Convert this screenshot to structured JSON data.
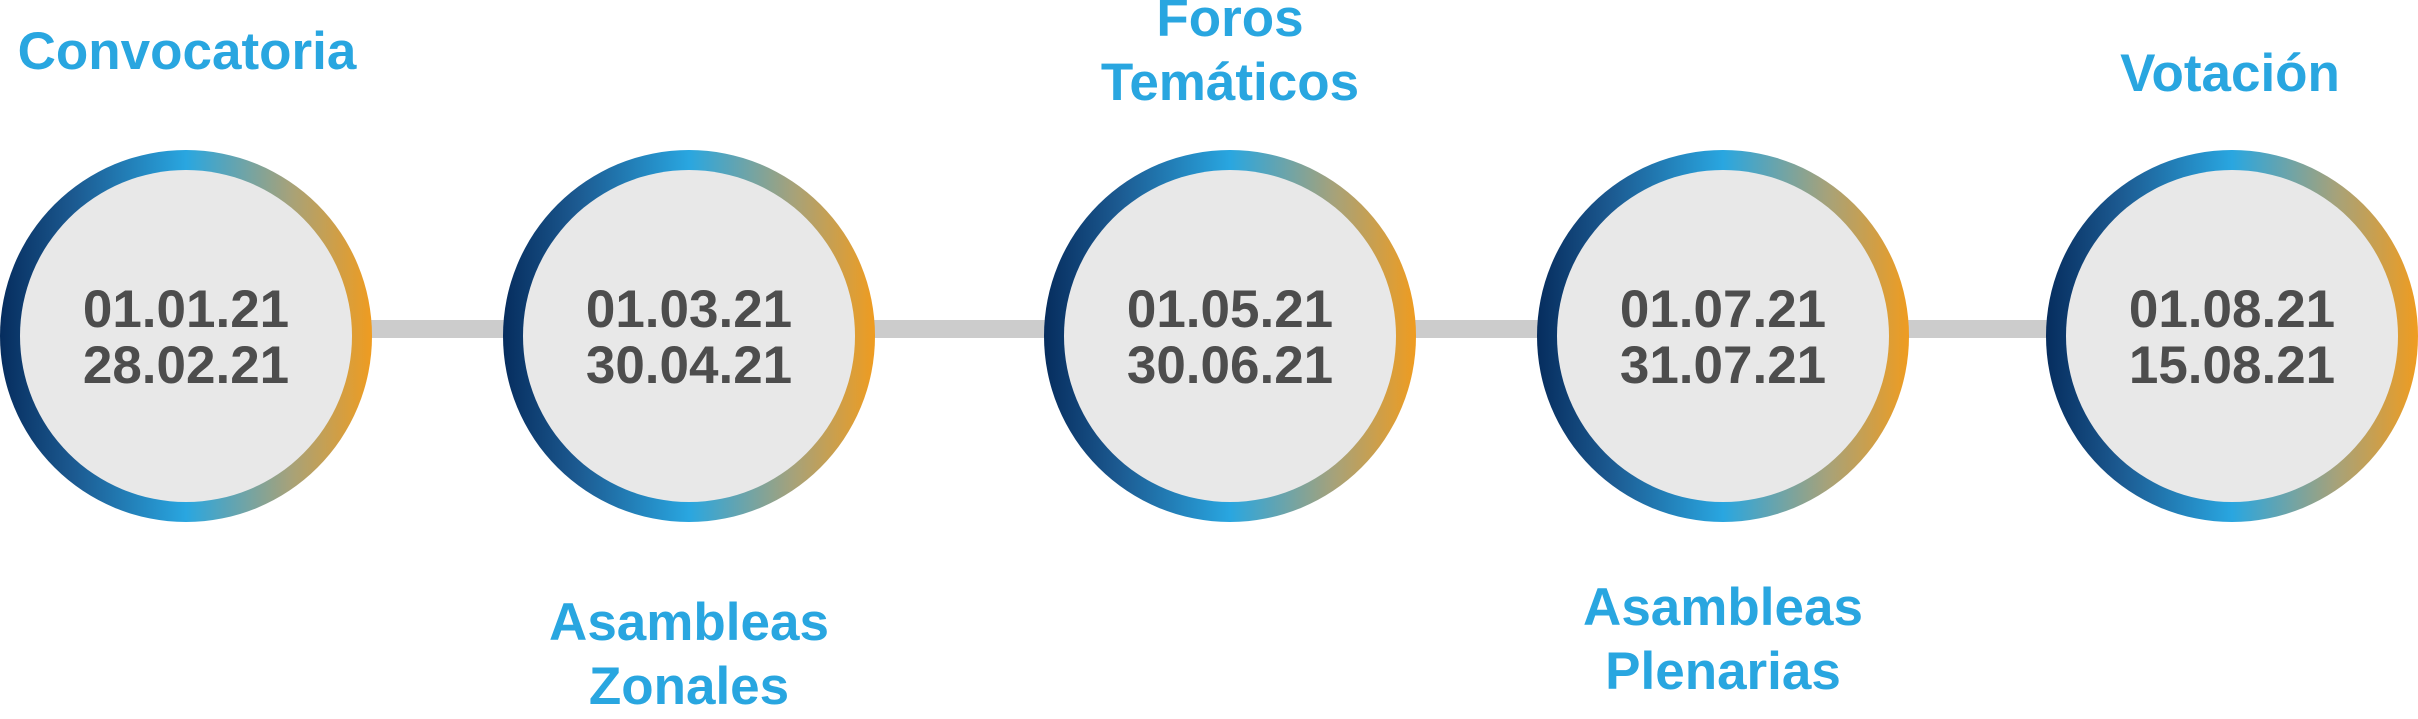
{
  "stages": [
    {
      "label_lines": [
        "Convocatoria"
      ],
      "start": "01.01.21",
      "end": "28.02.21",
      "label_position": "top"
    },
    {
      "label_lines": [
        "Asambleas",
        "Zonales"
      ],
      "start": "01.03.21",
      "end": "30.04.21",
      "label_position": "bottom"
    },
    {
      "label_lines": [
        "Foros",
        "Temáticos"
      ],
      "start": "01.05.21",
      "end": "30.06.21",
      "label_position": "top"
    },
    {
      "label_lines": [
        "Asambleas",
        "Plenarias"
      ],
      "start": "01.07.21",
      "end": "31.07.21",
      "label_position": "bottom"
    },
    {
      "label_lines": [
        "Votación"
      ],
      "start": "01.08.21",
      "end": "15.08.21",
      "label_position": "top"
    }
  ],
  "colors": {
    "label": "#29a6e0",
    "date_text": "#4d4d4d",
    "circle_fill": "#e8e8e8",
    "connector": "#cccccc",
    "ring_gradient": [
      "#062d5e",
      "#1c5a91",
      "#29a6e0",
      "#a6a27a",
      "#ef9c20"
    ]
  }
}
